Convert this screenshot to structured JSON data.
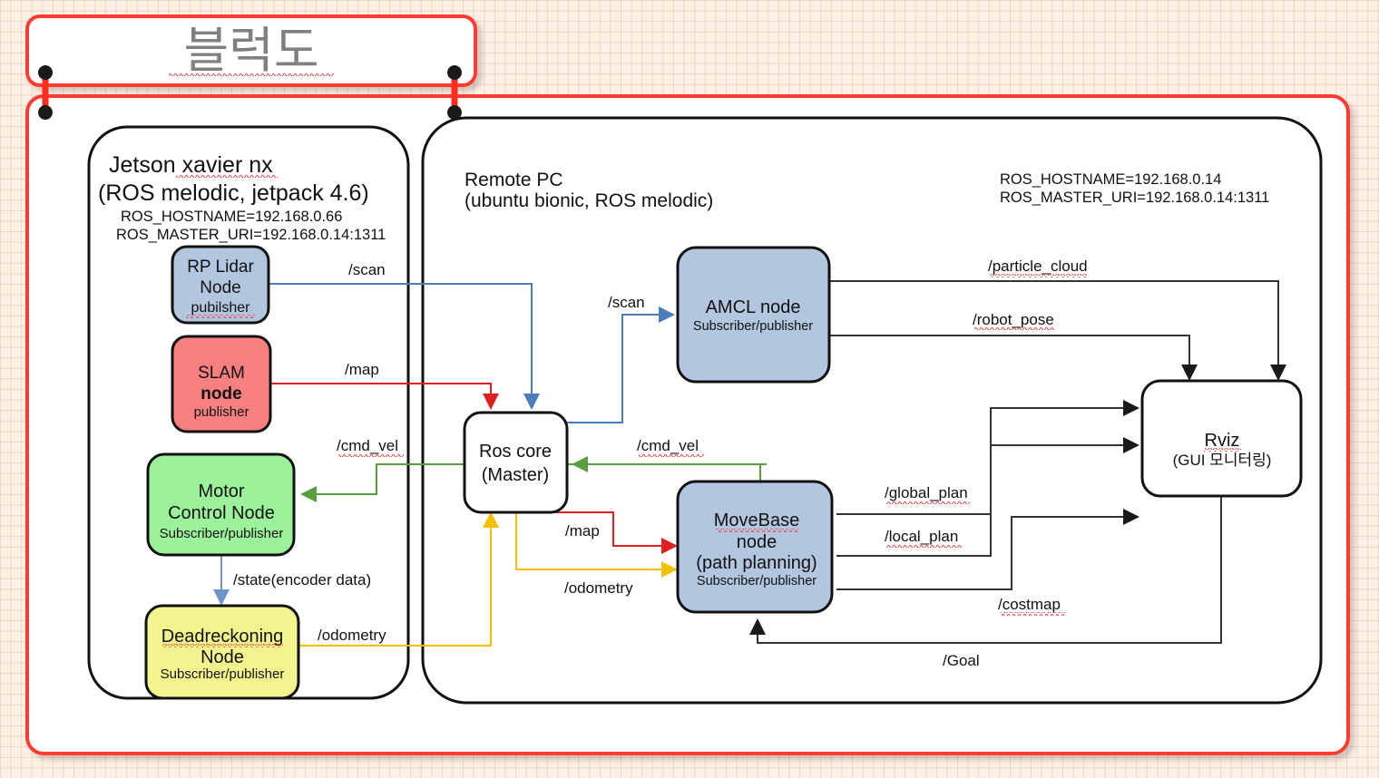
{
  "page": {
    "title_banner": "블럭도",
    "background": "#fdf0e5",
    "frame_color": "#ff3b30"
  },
  "panels": [
    {
      "id": "jetson",
      "title_line1": "Jetson xavier nx",
      "title_line2": "(ROS melodic, jetpack 4.6)",
      "env_line1": "ROS_HOSTNAME=192.168.0.66",
      "env_line2": "ROS_MASTER_URI=192.168.0.14:1311"
    },
    {
      "id": "remote-pc",
      "title_line1": "Remote PC",
      "title_line2": "(ubuntu bionic, ROS melodic)",
      "env_line1": "ROS_HOSTNAME=192.168.0.14",
      "env_line2": "ROS_MASTER_URI=192.168.0.14:1311"
    }
  ],
  "nodes": [
    {
      "id": "rp-lidar",
      "line1": "RP Lidar",
      "line2": "Node",
      "line3": "pubilsher",
      "color": "#b3c6e0"
    },
    {
      "id": "slam",
      "line1": "SLAM",
      "line2": "node",
      "line3": "publisher",
      "color": "#f98080"
    },
    {
      "id": "motor-control",
      "line1": "Motor",
      "line2": "Control Node",
      "line3": "Subscriber/publisher",
      "color": "#9bf29b"
    },
    {
      "id": "deadreckoning",
      "line1": "Deadreckoning",
      "line2": "Node",
      "line3": "Subscriber/publisher",
      "color": "#f4f48e"
    },
    {
      "id": "ros-core",
      "line1": "Ros core",
      "line2": "(Master)",
      "line3": "",
      "color": "#ffffff"
    },
    {
      "id": "amcl",
      "line1": "AMCL node",
      "line2": "Subscriber/publisher",
      "line3": "",
      "color": "#b3c6e0"
    },
    {
      "id": "movebase",
      "line1": "MoveBase",
      "line2": "node",
      "line3": "(path planning)",
      "line4": "Subscriber/publisher",
      "color": "#b3c6e0"
    },
    {
      "id": "rviz",
      "line1": "Rviz",
      "line2": "(GUI 모니터링)",
      "line3": "",
      "color": "#ffffff"
    }
  ],
  "topics": [
    {
      "id": "scan-lidar-to-core",
      "label": "/scan",
      "color": "#4a7ebb"
    },
    {
      "id": "map-slam-to-core",
      "label": "/map",
      "color": "#e02020"
    },
    {
      "id": "cmd-vel-to-motor",
      "label": "/cmd_vel",
      "color": "#5a9e42"
    },
    {
      "id": "state-encoder",
      "label": "/state(encoder data)",
      "color": "#6d95cc"
    },
    {
      "id": "odometry-deadreckoning",
      "label": "/odometry",
      "color": "#f2c000"
    },
    {
      "id": "scan-core-to-amcl",
      "label": "/scan",
      "color": "#4a7ebb"
    },
    {
      "id": "cmd-vel-movebase",
      "label": "/cmd_vel",
      "color": "#5a9e42"
    },
    {
      "id": "map-core-to-movebase",
      "label": "/map",
      "color": "#e02020"
    },
    {
      "id": "odometry-core",
      "label": "/odometry",
      "color": "#f2c000"
    },
    {
      "id": "particle-cloud",
      "label": "/particle_cloud",
      "color": "#333333"
    },
    {
      "id": "robot-pose",
      "label": "/robot_pose",
      "color": "#333333"
    },
    {
      "id": "global-plan",
      "label": "/global_plan",
      "color": "#333333"
    },
    {
      "id": "local-plan",
      "label": "/local_plan",
      "color": "#333333"
    },
    {
      "id": "costmap",
      "label": "/costmap",
      "color": "#333333"
    },
    {
      "id": "goal",
      "label": "/Goal",
      "color": "#333333"
    }
  ]
}
